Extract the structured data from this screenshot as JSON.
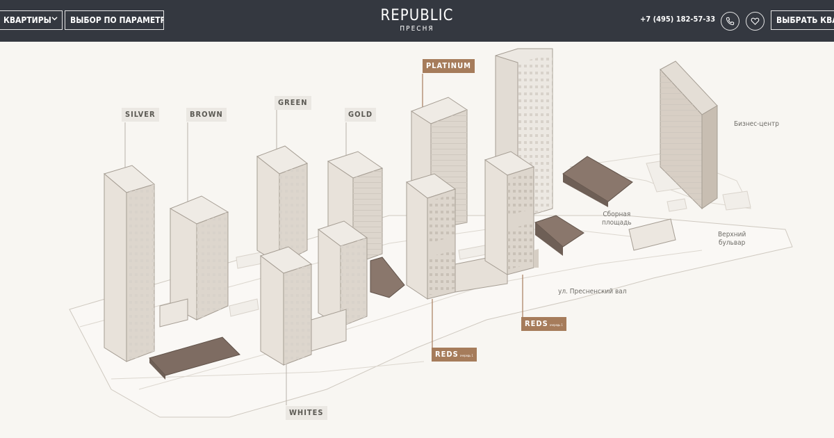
{
  "header": {
    "apartments_btn": "КВАРТИРЫ",
    "params_btn": "ВЫБОР ПО ПАРАМЕТРАМ",
    "logo_title": "REPUBLIC",
    "logo_sub": "ПРЕСНЯ",
    "phone": "+7 (495) 182-57-33",
    "choose_btn": "ВЫБРАТЬ КВАРТ",
    "icons": [
      "chevron-down-icon",
      "phone-icon",
      "heart-icon"
    ]
  },
  "buildings": {
    "silver": "SILVER",
    "brown": "BROWN",
    "green": "GREEN",
    "gold": "GOLD",
    "platinum": "PLATINUM",
    "whites": "WHITES",
    "reds_1": "REDS",
    "reds_1_sub": "очередь 1",
    "reds_2": "REDS",
    "reds_2_sub": "очередь 1"
  },
  "places": {
    "business_center": "Бизнес-центр",
    "square_line1": "Сборная",
    "square_line2": "площадь",
    "boulevard_line1": "Верхний",
    "boulevard_line2": "бульвар",
    "street": "ул. Пресненский вал"
  },
  "colors": {
    "header_bg": "#343840",
    "page_bg": "#f8f6f2",
    "accent_brown": "#a67c5b",
    "building_light": "#e9e4dd",
    "building_dark": "#7d6b61"
  }
}
